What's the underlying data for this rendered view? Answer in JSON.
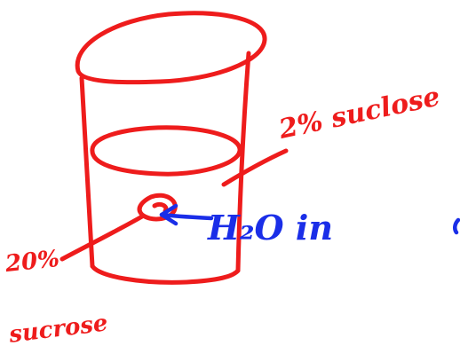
{
  "colors": {
    "red_ink": "#ee1c1c",
    "blue_ink": "#1a2ee8",
    "background": "#ffffff"
  },
  "labels": {
    "outside_solution": "2% suclose",
    "inside_concentration": "20%",
    "inside_solute": "sucrose",
    "water_movement": "H₂O in"
  },
  "diagram": {
    "objects": [
      "beaker",
      "solution-surface",
      "bag"
    ],
    "arrow_direction": "toward-bag"
  }
}
